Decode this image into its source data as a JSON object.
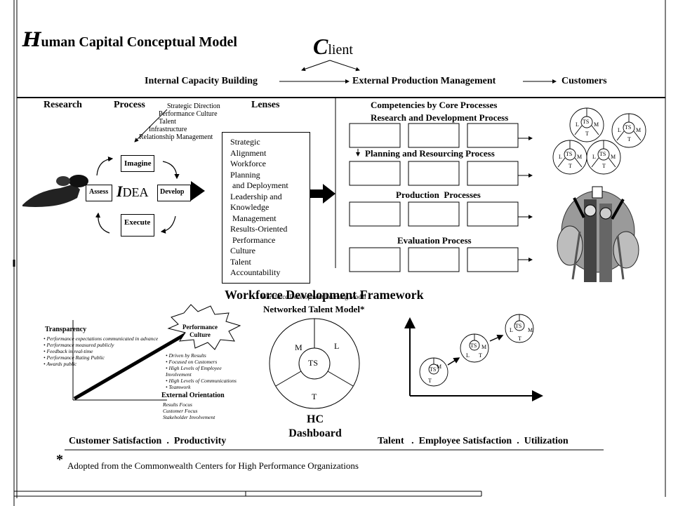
{
  "title": {
    "initial": "H",
    "rest": "uman Capital Conceptual Model"
  },
  "client": {
    "initial": "C",
    "rest": "lient"
  },
  "flow": {
    "internal": "Internal Capacity Building",
    "external": "External Production Management",
    "customers": "Customers"
  },
  "left_headers": {
    "research": "Research",
    "process": "Process",
    "lenses": "Lenses"
  },
  "process_items": [
    "Strategic Direction",
    "Performance Culture",
    "Talent",
    "Infrastructure",
    "Relationship Management"
  ],
  "idea_cycle": {
    "imagine": "Imagine",
    "assess": "Assess",
    "develop": "Develop",
    "execute": "Execute",
    "idea_i": "I",
    "idea_rest": "DEA"
  },
  "lenses_list": [
    "Strategic",
    "Alignment",
    "Workforce",
    "Planning",
    " and Deployment",
    "Leadership and",
    "Knowledge",
    " Management",
    "Results-Oriented",
    " Performance",
    "Culture",
    "Talent",
    "Accountability"
  ],
  "competencies": {
    "heading": "Competencies by Core Processes",
    "rnd": "Research and Development Process",
    "planning": "Planning and Resourcing Process",
    "production": "Production  Processes",
    "evaluation": "Evaluation Process"
  },
  "talent_circle_labels": {
    "ts": "TS",
    "l": "L",
    "m": "M",
    "t": "T"
  },
  "framework": {
    "title": "Workforce Development Framework",
    "overlap_text": "Workforce Development Learning Model",
    "networked": "Networked Talent Model*"
  },
  "transparency": {
    "heading": "Transparency",
    "items": [
      "Performance expectations communicated in advance",
      "Performance measured publicly",
      "Feedback in real-time",
      "Performance Rating Public",
      "Awards public"
    ]
  },
  "performance_culture": {
    "line1": "Performance",
    "line2": "Culture"
  },
  "culture_items": [
    "Driven by Results",
    "Focused on Customers",
    "High Levels of Employee Involvement",
    "High Levels of Communications",
    "Teamwork"
  ],
  "external_orientation": {
    "heading": "External Orientation",
    "items": [
      "Results Focus",
      "Customer Focus",
      "Stakeholder Involvement"
    ]
  },
  "hc_dashboard": {
    "line1": "HC",
    "line2": "Dashboard"
  },
  "bottom_metrics": {
    "left": "Customer Satisfaction  .  Productivity",
    "right": "Talent   .  Employee Satisfaction  .  Utilization"
  },
  "footnote": {
    "mark": "*",
    "text": "Adopted from the Commonwealth Centers for High Performance Organizations"
  }
}
